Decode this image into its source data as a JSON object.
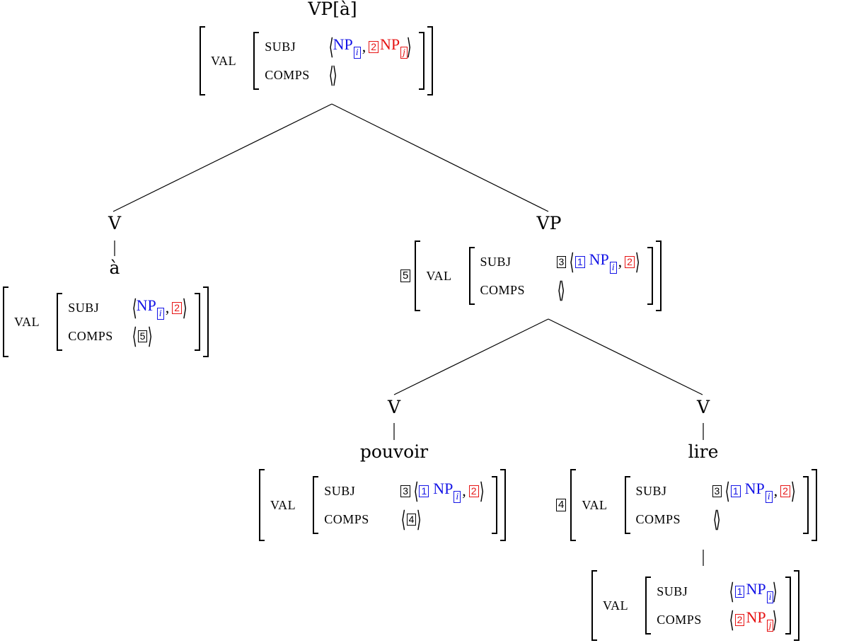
{
  "colors": {
    "index_i": "#1414e6",
    "index_j": "#e61414",
    "line": "#000000"
  },
  "labels": {
    "attr_val": "VAL",
    "attr_subj": "SUBJ",
    "attr_comps": "COMPS",
    "np": "NP",
    "idx_i": "i",
    "idx_j": "j",
    "tag1": "1",
    "tag2": "2",
    "tag3": "3",
    "tag4": "4",
    "tag5": "5",
    "comma": ","
  },
  "tree": {
    "root": "VP[à]",
    "left_cat": "V",
    "left_word": "à",
    "right_cat": "VP",
    "pouvoir_cat": "V",
    "pouvoir_word": "pouvoir",
    "lire_cat": "V",
    "lire_word": "lire"
  }
}
